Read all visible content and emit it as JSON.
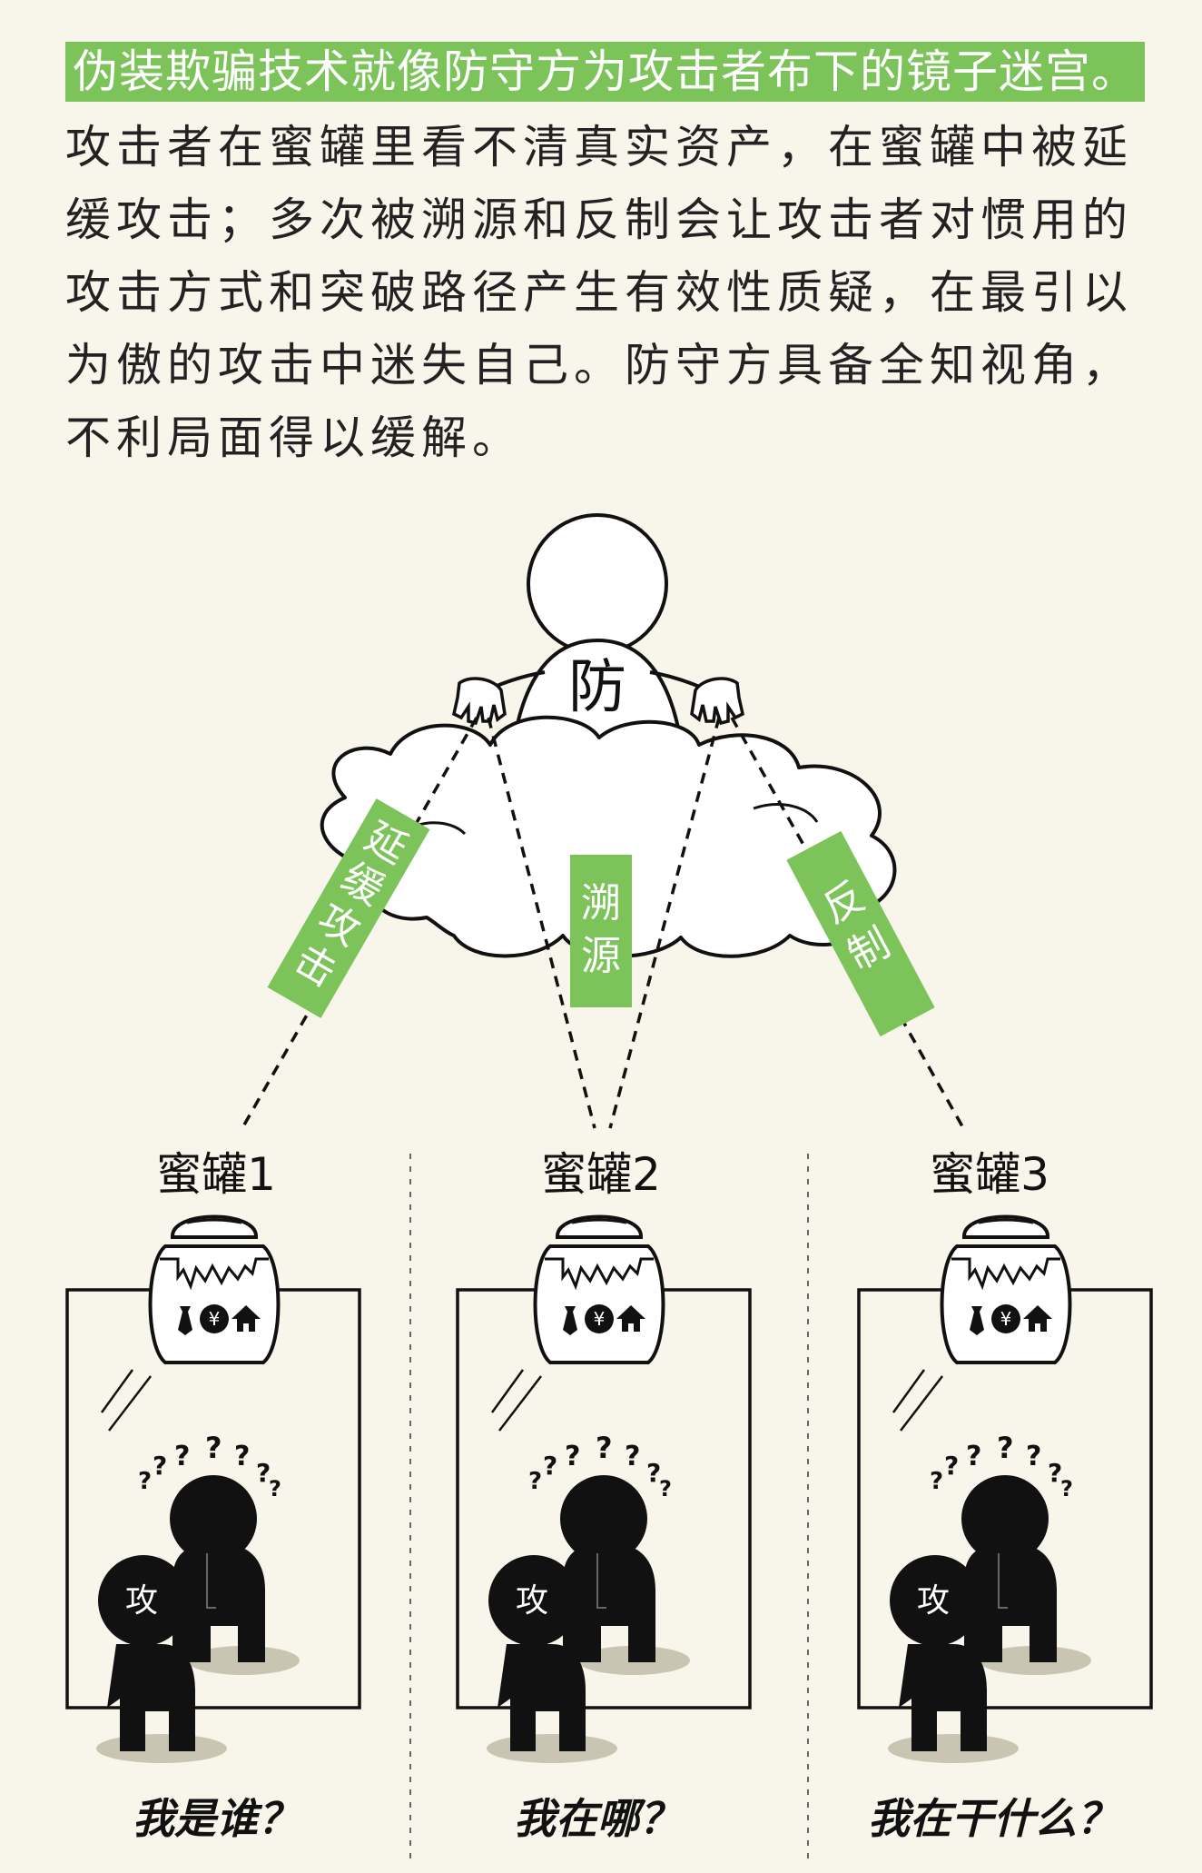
{
  "headline": "伪装欺骗技术就像防守方为攻击者布下的镜子迷宫。",
  "paragraph_lines": [
    "攻击者在蜜罐里看不清真实资产，在蜜罐中被延",
    "缓攻击；多次被溯源和反制会让攻击者对惯用的",
    "攻击方式和突破路径产生有效性质疑，在最引以",
    "为傲的攻击中迷失自己。防守方具备全知视角，",
    "不利局面得以缓解。"
  ],
  "defender": {
    "label": "防"
  },
  "tags": [
    {
      "chars": [
        "延",
        "缓",
        "攻",
        "击"
      ]
    },
    {
      "chars": [
        "溯",
        "源"
      ]
    },
    {
      "chars": [
        "反",
        "制"
      ]
    }
  ],
  "honeypots": [
    {
      "title": "蜜罐1",
      "attacker_label": "攻",
      "caption": "我是谁？"
    },
    {
      "title": "蜜罐2",
      "attacker_label": "攻",
      "caption": "我在哪？"
    },
    {
      "title": "蜜罐3",
      "attacker_label": "攻",
      "caption": "我在干什么？"
    }
  ],
  "jar_icons": [
    "tie-icon",
    "yen-coin-icon",
    "house-icon"
  ],
  "colors": {
    "accent": "#7cc35a",
    "background": "#f8f5ea",
    "figure": "#111111"
  }
}
